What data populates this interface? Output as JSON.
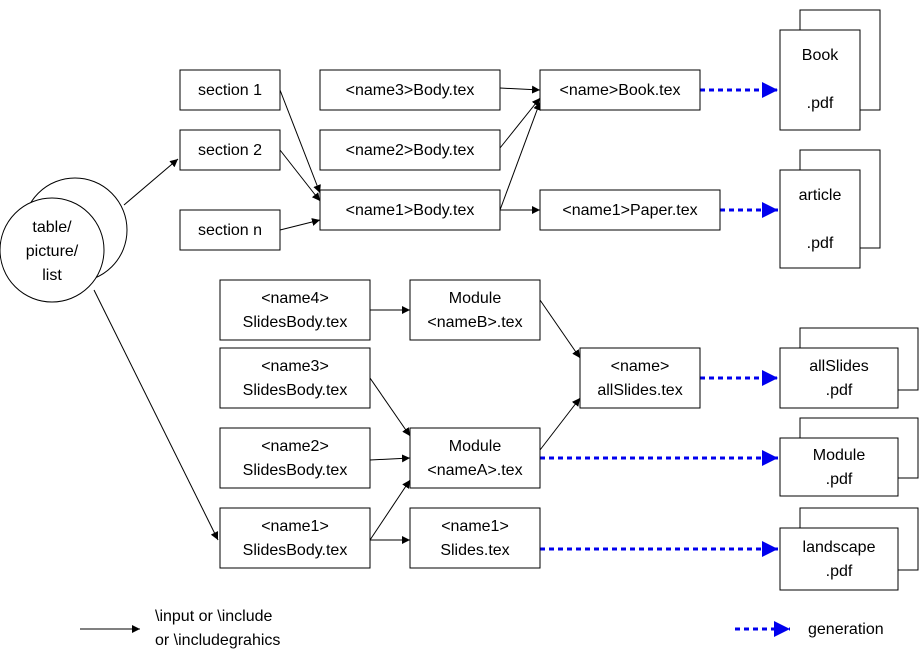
{
  "nodes": {
    "table": [
      "table/",
      "picture/",
      "list"
    ],
    "section1": [
      "section 1"
    ],
    "section2": [
      "section 2"
    ],
    "sectionn": [
      "section n"
    ],
    "name3body": [
      "<name3>Body.tex"
    ],
    "name2body": [
      "<name2>Body.tex"
    ],
    "name1body": [
      "<name1>Body.tex"
    ],
    "book_tex": [
      "<name>Book.tex"
    ],
    "paper_tex": [
      "<name1>Paper.tex"
    ],
    "book_pdf": [
      "Book",
      ".pdf"
    ],
    "article_pdf": [
      "article",
      ".pdf"
    ],
    "name4slides": [
      "<name4>",
      "SlidesBody.tex"
    ],
    "name3slides": [
      "<name3>",
      "SlidesBody.tex"
    ],
    "name2slides": [
      "<name2>",
      "SlidesBody.tex"
    ],
    "name1slides": [
      "<name1>",
      "SlidesBody.tex"
    ],
    "moduleB": [
      "Module",
      "<nameB>.tex"
    ],
    "moduleA": [
      "Module",
      "<nameA>.tex"
    ],
    "slides_tex": [
      "<name1>",
      "Slides.tex"
    ],
    "allslides_tex": [
      "<name>",
      "allSlides.tex"
    ],
    "allslides_pdf": [
      "allSlides",
      ".pdf"
    ],
    "module_pdf": [
      "Module",
      ".pdf"
    ],
    "landscape_pdf": [
      "landscape",
      ".pdf"
    ]
  },
  "legend": {
    "input_line1": "\\input or \\include",
    "input_line2": "or \\includegrahics",
    "generation": "generation"
  },
  "colors": {
    "generation_arrow": "#0000ee",
    "input_arrow": "#000000"
  }
}
